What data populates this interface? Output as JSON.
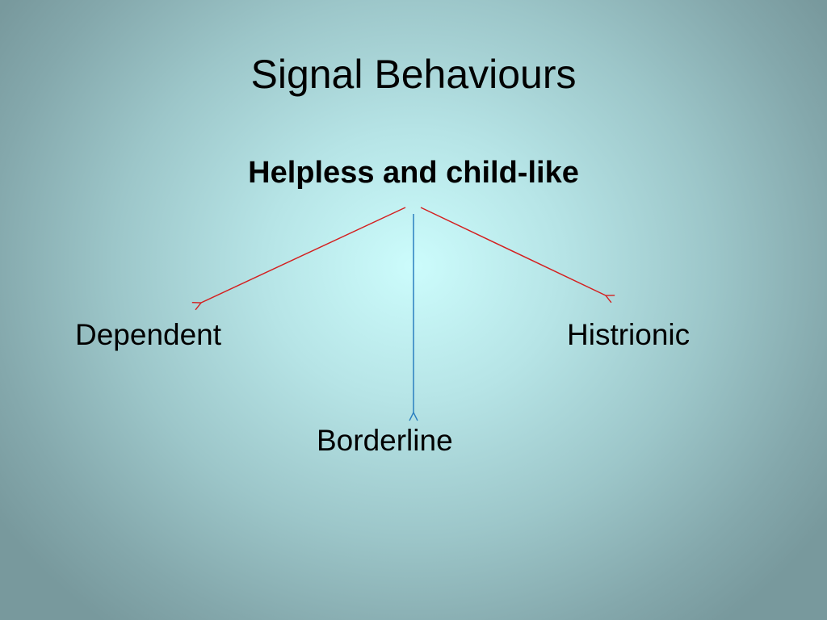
{
  "slide": {
    "title": "Signal Behaviours",
    "root_label": "Helpless and child-like",
    "branches": {
      "left": "Dependent",
      "right": "Histrionic",
      "down": "Borderline"
    }
  },
  "colors": {
    "side_arrows": "#d42020",
    "center_arrow": "#2a7fc0"
  }
}
